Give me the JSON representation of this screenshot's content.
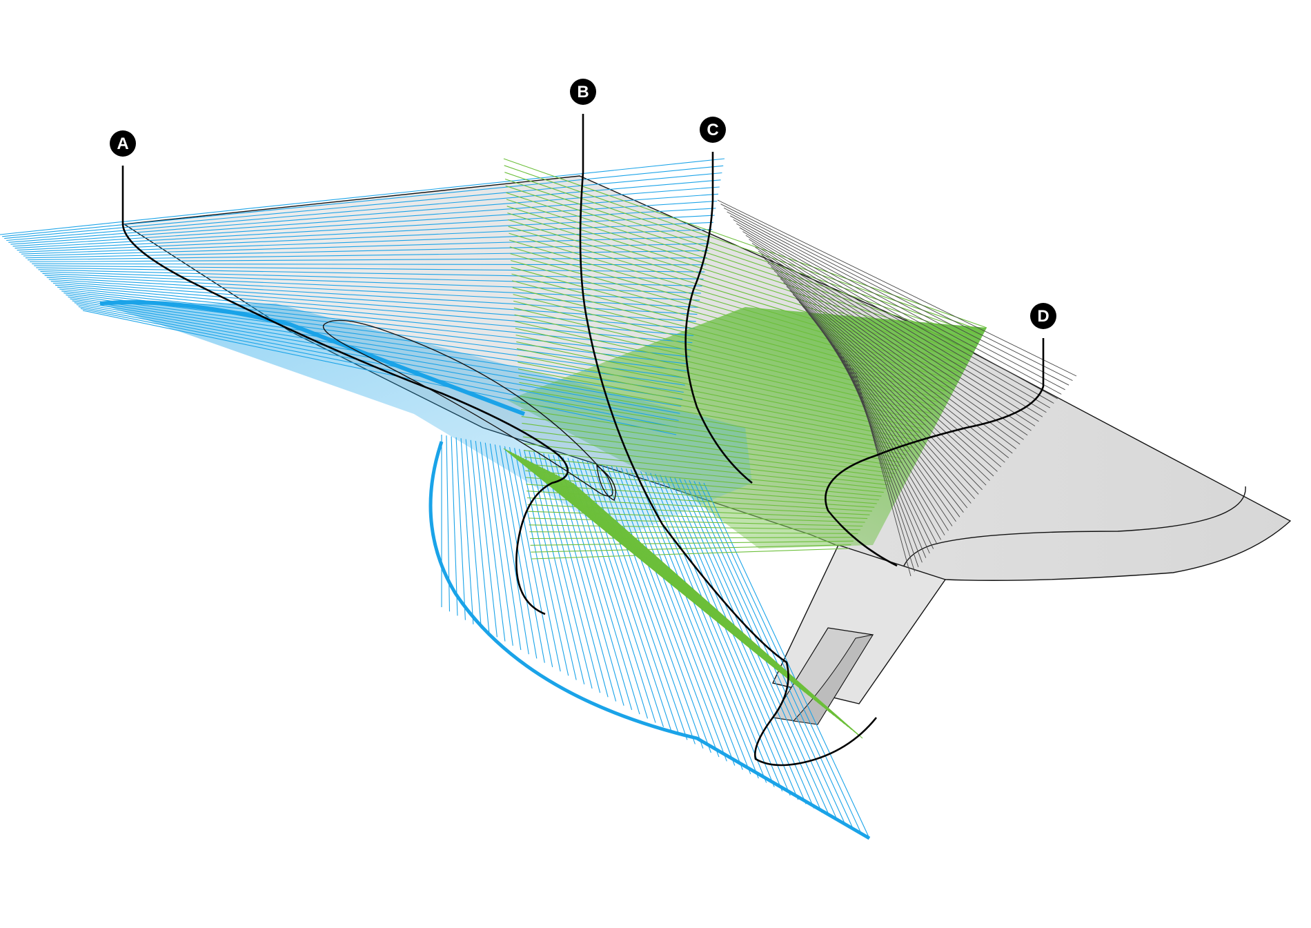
{
  "markers": [
    {
      "id": "A",
      "label": "A"
    },
    {
      "id": "B",
      "label": "B"
    },
    {
      "id": "C",
      "label": "C"
    },
    {
      "id": "D",
      "label": "D"
    }
  ],
  "colors": {
    "blue": "#1aa3e8",
    "green": "#6cbf3a",
    "surface": "#e2e2e2",
    "outline": "#111111",
    "marker": "#000000"
  }
}
